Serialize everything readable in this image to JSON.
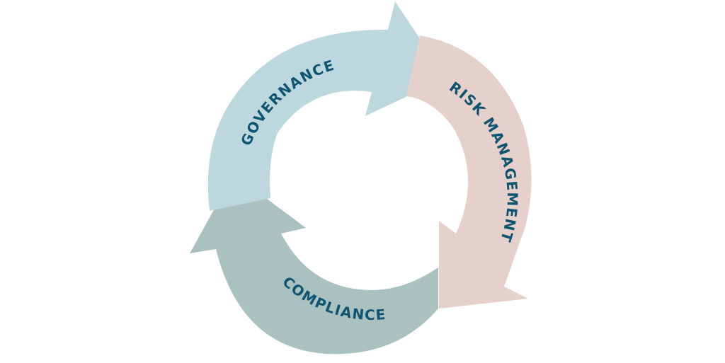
{
  "diagram": {
    "segments": [
      {
        "label": "GOVERNANCE",
        "color": "#bdd7df"
      },
      {
        "label": "RISK MANAGEMENT",
        "color": "#e6d0cb"
      },
      {
        "label": "COMPLIANCE",
        "color": "#a9c2bf"
      }
    ],
    "text_color": "#0f5470",
    "background": "#ffffff"
  }
}
